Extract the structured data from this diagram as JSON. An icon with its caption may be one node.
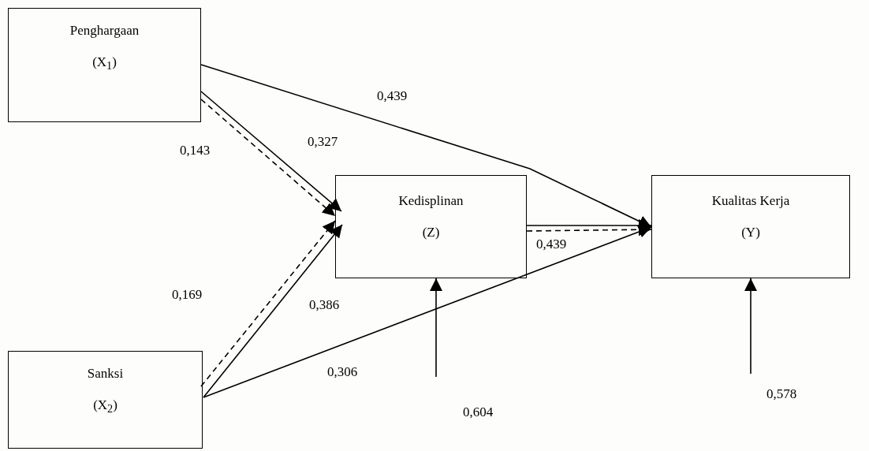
{
  "diagram": {
    "nodes": [
      {
        "text": [
          "Penghargaan",
          "(X$_{1}$)"
        ]
      },
      {
        "text": [
          "Sanksi",
          "(X$_{2}$)"
        ]
      },
      {
        "text": [
          "Kedisplinan",
          "(Z)"
        ]
      },
      {
        "text": [
          "Kualitas Kerja",
          "(Y)"
        ]
      }
    ],
    "edges": [
      {
        "from": 0,
        "to": 2,
        "arrow": "to"
      },
      {
        "from": 0,
        "to": 2,
        "arrow": "to",
        "style": "dashed"
      },
      {
        "from": 1,
        "to": 2,
        "arrow": "to",
        "style": "dashed"
      },
      {
        "from": 1,
        "to": 2,
        "arrow": "to"
      },
      {
        "from": 0,
        "to": 3,
        "arrow": "to"
      },
      {
        "from": 1,
        "to": 3,
        "arrow": "to"
      },
      {
        "from": 2,
        "to": 3,
        "arrow": "to"
      },
      {
        "from": 2,
        "to": 3,
        "arrow": "to",
        "style": "dashed"
      },
      {
        "from": null,
        "to": 2,
        "arrow": "to"
      },
      {
        "from": null,
        "to": 3,
        "arrow": "to"
      }
    ],
    "labels": [
      "0,439",
      "0,327",
      "0,143",
      "0,439",
      "0,169",
      "0,386",
      "0,306",
      "0,578",
      "0,604"
    ]
  }
}
